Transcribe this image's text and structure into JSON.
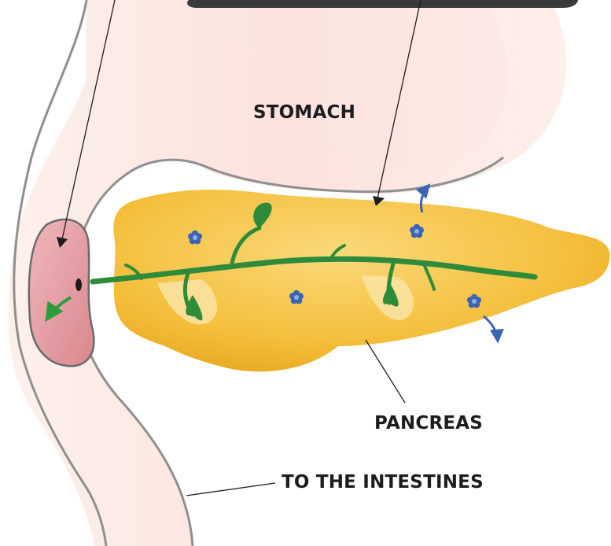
{
  "labels": {
    "stomach": "STOMACH",
    "pancreas": "PANCREAS",
    "intestines": "TO THE INTESTINES"
  },
  "colors": {
    "gut_pink": "#fbe2dc",
    "gut_outline": "#8f8f8f",
    "pancreas_yellow": "#f4bf3c",
    "pancreas_light": "#f9d774",
    "duct_green": "#2e8b3a",
    "islet_blue": "#3b64b2",
    "duodenum_pink": "#e8a5aa",
    "callout_box": "#3a3a3a"
  },
  "icons": {
    "islet": "flower-cluster-icon",
    "flow_arrow": "curved-arrow-icon"
  }
}
